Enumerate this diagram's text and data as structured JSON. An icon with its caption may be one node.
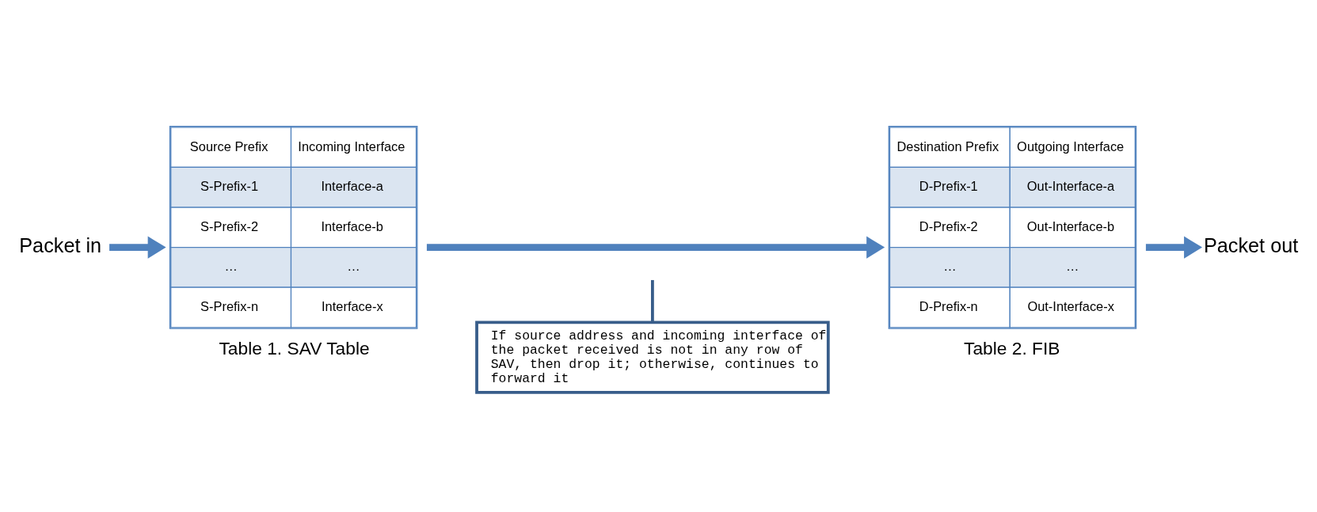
{
  "diagram": {
    "nodes": [
      {
        "text": [
          "Packet in"
        ]
      },
      {
        "text": [
          "Source Prefix",
          "Incoming Interface",
          "S-Prefix-1",
          "Interface-a",
          "S-Prefix-2",
          "Interface-b",
          "…",
          "…",
          "S-Prefix-n",
          "Interface-x"
        ],
        "beside": [
          "Table 1. SAV Table"
        ]
      },
      {
        "text": [
          "Destination Prefix",
          "Outgoing Interface",
          "D-Prefix-1",
          "Out-Interface-a",
          "D-Prefix-2",
          "Out-Interface-b",
          "…",
          "…",
          "D-Prefix-n",
          "Out-Interface-x"
        ],
        "beside": [
          "Table 2. FIB"
        ]
      },
      {
        "text": [
          "Packet out"
        ]
      },
      {
        "text": [
          "If source address and incoming interface of the packet received is not in any row of SAV, then drop it; otherwise, continues to forward it"
        ]
      }
    ],
    "edges": [
      {
        "from": 0,
        "to": 1,
        "arrow": "to"
      },
      {
        "from": 1,
        "to": 2,
        "arrow": "to"
      },
      {
        "from": 2,
        "to": 3,
        "arrow": "to"
      },
      {
        "from": 4,
        "to": null,
        "arrow": "none",
        "color": "#385d8a"
      }
    ]
  }
}
